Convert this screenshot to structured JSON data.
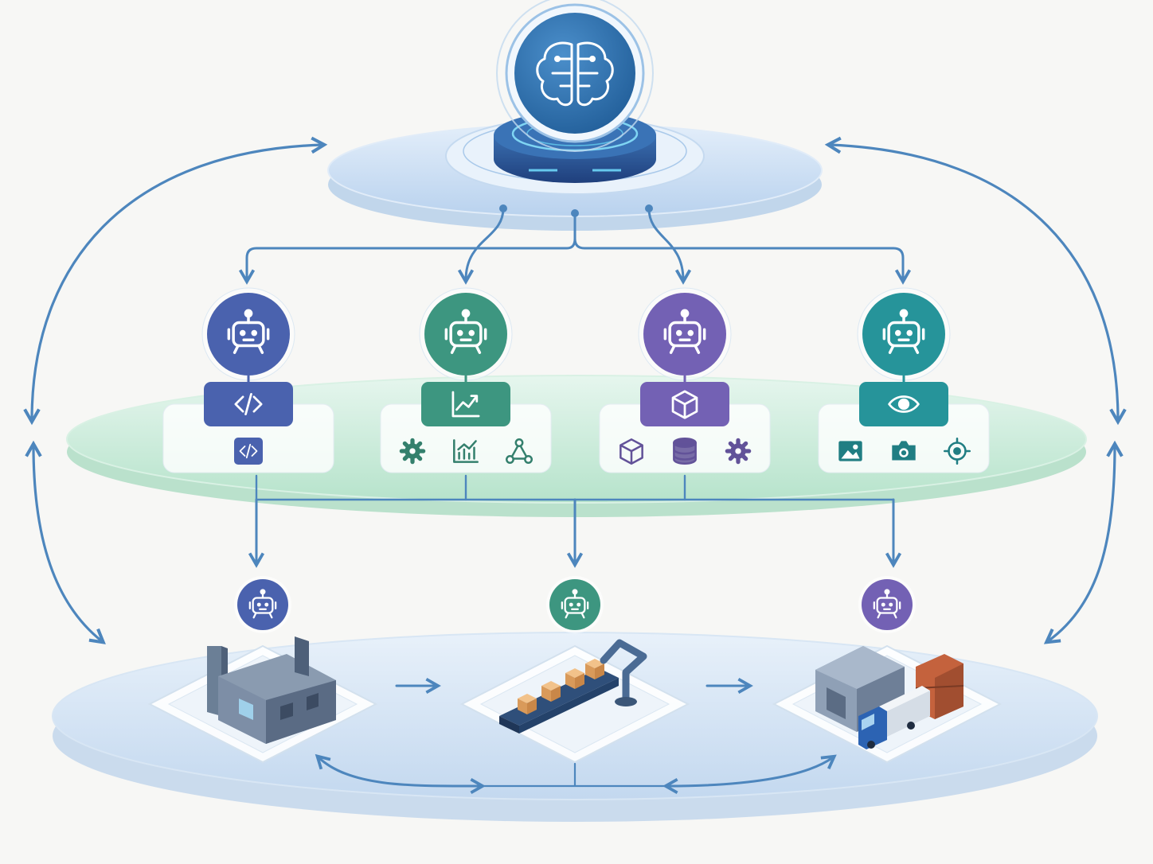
{
  "diagram": {
    "colors": {
      "background": "#f7f7f5",
      "platform_blue": "#c9dcf1",
      "platform_green": "#cfeedd",
      "connector": "#4d86bd",
      "central_ai": "#2f72b0",
      "agent_indigo": "#4a62ae",
      "agent_green": "#3d9680",
      "agent_purple": "#7361b4",
      "agent_teal": "#26949a"
    },
    "central_node": {
      "icon": "brain-icon"
    },
    "middle_agents": [
      {
        "color": "agent_indigo",
        "badge_icon": "code-icon",
        "tools": [
          "code-icon"
        ]
      },
      {
        "color": "agent_green",
        "badge_icon": "line-chart-icon",
        "tools": [
          "gear-icon",
          "bar-chart-icon",
          "network-icon"
        ]
      },
      {
        "color": "agent_purple",
        "badge_icon": "cube-icon",
        "tools": [
          "cube-icon",
          "database-icon",
          "gear-icon"
        ]
      },
      {
        "color": "agent_teal",
        "badge_icon": "eye-icon",
        "tools": [
          "image-icon",
          "camera-icon",
          "target-icon"
        ]
      }
    ],
    "bottom_stations": [
      {
        "color": "agent_indigo",
        "icon": "factory-icon"
      },
      {
        "color": "agent_green",
        "icon": "conveyor-robot-arm-icon"
      },
      {
        "color": "agent_purple",
        "icon": "warehouse-truck-icon"
      }
    ]
  }
}
